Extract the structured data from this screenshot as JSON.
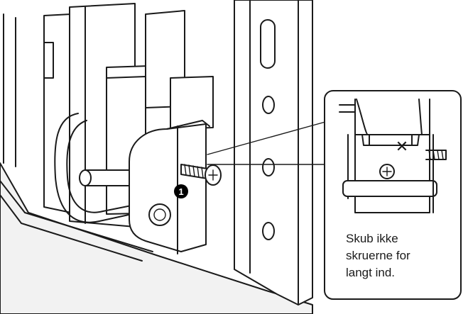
{
  "step_marker": "1",
  "detail_callout": {
    "caption_lines": [
      "Skub ikke",
      "skruerne for",
      "langt ind."
    ],
    "warning_mark": "✕"
  },
  "colors": {
    "line": "#1a1a1a",
    "fill": "#ffffff",
    "marker": "#000000"
  }
}
